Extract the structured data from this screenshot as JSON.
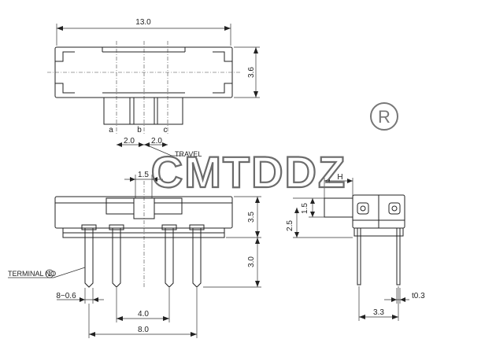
{
  "watermark": {
    "text": "CMTDDZ",
    "registered_mark": "R"
  },
  "top_view": {
    "overall_width": "13.0",
    "height": "3.6",
    "positions": [
      "a",
      "b",
      "c"
    ],
    "spacing_1": "2.0",
    "spacing_2": "2.0",
    "travel_label": "TRAVEL"
  },
  "front_view": {
    "actuator_width": "1.5",
    "body_height": "3.5",
    "pin_length": "3.0",
    "terminal_label": "TERMINAL NO",
    "terminal_number": "1",
    "pin_spec": "8−0.6",
    "pin_pitch": "4.0",
    "pin_span": "8.0"
  },
  "side_view": {
    "h_label": "H",
    "actuator_height": "1.5",
    "height_above_base": "2.5",
    "pin_thickness": "t0.3",
    "pin_offset": "3.3"
  }
}
